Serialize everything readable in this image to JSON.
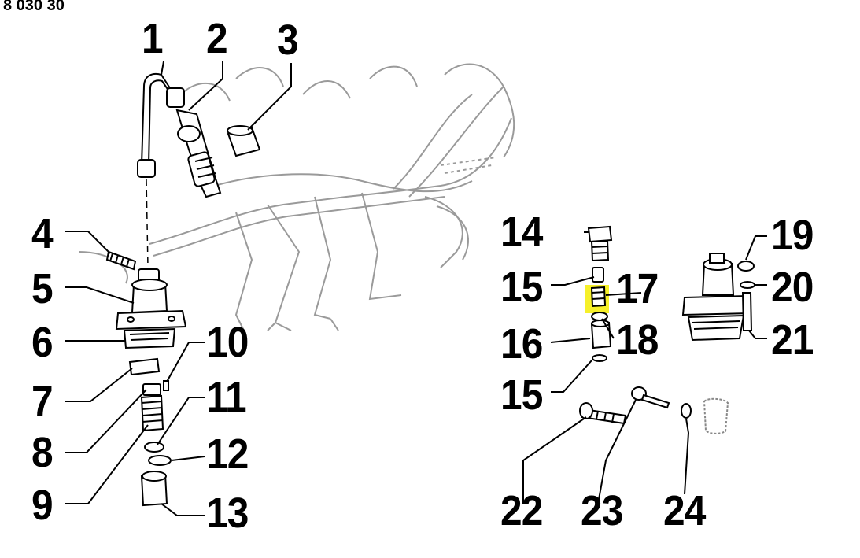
{
  "diagram": {
    "code": "8 030 30",
    "highlight_color": "#f6f02a",
    "parts": [
      {
        "id": "1",
        "label": "1"
      },
      {
        "id": "2",
        "label": "2"
      },
      {
        "id": "3",
        "label": "3"
      },
      {
        "id": "4",
        "label": "4"
      },
      {
        "id": "5",
        "label": "5"
      },
      {
        "id": "6",
        "label": "6"
      },
      {
        "id": "7",
        "label": "7"
      },
      {
        "id": "8",
        "label": "8"
      },
      {
        "id": "9",
        "label": "9"
      },
      {
        "id": "10",
        "label": "10"
      },
      {
        "id": "11",
        "label": "11"
      },
      {
        "id": "12",
        "label": "12"
      },
      {
        "id": "13",
        "label": "13"
      },
      {
        "id": "14",
        "label": "14"
      },
      {
        "id": "15a",
        "label": "15"
      },
      {
        "id": "16",
        "label": "16"
      },
      {
        "id": "15b",
        "label": "15"
      },
      {
        "id": "17",
        "label": "17",
        "highlighted": true
      },
      {
        "id": "18",
        "label": "18"
      },
      {
        "id": "19",
        "label": "19"
      },
      {
        "id": "20",
        "label": "20"
      },
      {
        "id": "21",
        "label": "21"
      },
      {
        "id": "22",
        "label": "22"
      },
      {
        "id": "23",
        "label": "23"
      },
      {
        "id": "24",
        "label": "24"
      }
    ]
  }
}
